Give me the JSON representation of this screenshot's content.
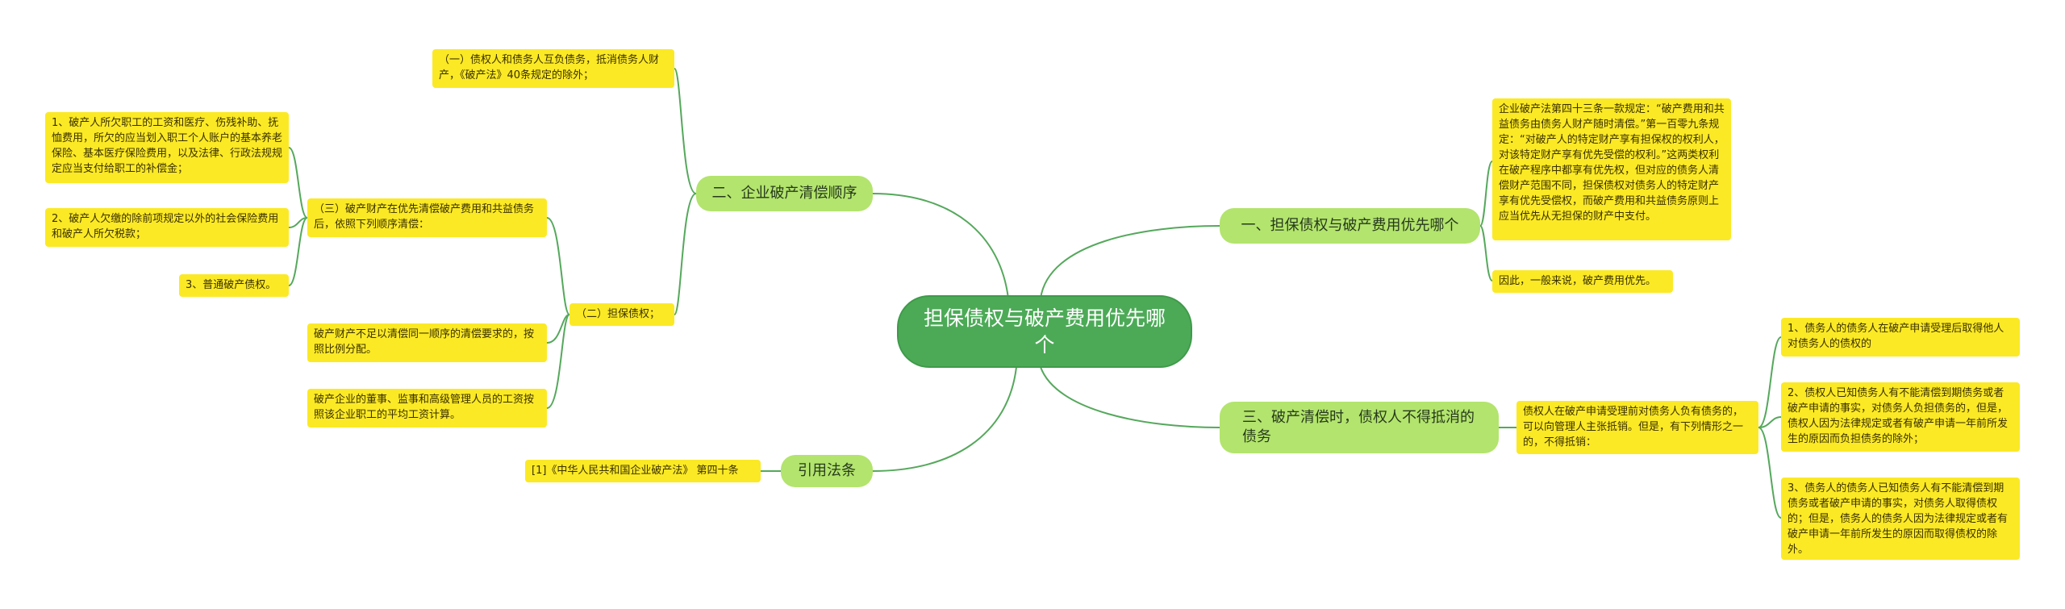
{
  "root": {
    "title": "担保债权与破产费用优先哪个"
  },
  "branches": {
    "b1": {
      "label": "一、担保债权与破产费用优先哪个"
    },
    "b2": {
      "label": "二、企业破产清偿顺序"
    },
    "b3": {
      "label": "三、破产清偿时，债权人不得抵消的债务"
    },
    "b4": {
      "label": "引用法条"
    }
  },
  "leaves": {
    "b1_1": "企业破产法第四十三条一款规定：“破产费用和共益债务由债务人财产随时清偿。”第一百零九条规定：“对破产人的特定财产享有担保权的权利人，对该特定财产享有优先受偿的权利。”这两类权利在破产程序中都享有优先权，但对应的债务人清偿财产范围不同，担保债权对债务人的特定财产享有优先受偿权，而破产费用和共益债务原则上应当优先从无担保的财产中支付。",
    "b1_2": "因此，一般来说，破产费用优先。",
    "b2_1": "（一）债权人和债务人互负债务，抵消债务人财产，《破产法》40条规定的除外；",
    "b2_2": "（二）担保债权；",
    "b2_2_1": "（三）破产财产在优先清偿破产费用和共益债务后，依照下列顺序清偿：",
    "b2_2_1_1": "1、破产人所欠职工的工资和医疗、伤残补助、抚恤费用，所欠的应当划入职工个人账户的基本养老保险、基本医疗保险费用，以及法律、行政法规规定应当支付给职工的补偿金；",
    "b2_2_1_2": "2、破产人欠缴的除前项规定以外的社会保险费用和破产人所欠税款；",
    "b2_2_1_3": "3、普通破产债权。",
    "b2_2_2": "破产财产不足以清偿同一顺序的清偿要求的，按照比例分配。",
    "b2_2_3": "破产企业的董事、监事和高级管理人员的工资按照该企业职工的平均工资计算。",
    "b3_1": "债权人在破产申请受理前对债务人负有债务的，可以向管理人主张抵销。但是，有下列情形之一的，不得抵销：",
    "b3_1_1": "1、债务人的债务人在破产申请受理后取得他人对债务人的债权的",
    "b3_1_2": "2、债权人已知债务人有不能清偿到期债务或者破产申请的事实，对债务人负担债务的，但是，债权人因为法律规定或者有破产申请一年前所发生的原因而负担债务的除外；",
    "b3_1_3": "3、债务人的债务人已知债务人有不能清偿到期债务或者破产申请的事实，对债务人取得债权的；但是，债务人的债务人因为法律规定或者有破产申请一年前所发生的原因而取得债权的除外。",
    "b4_1": "[1]《中华人民共和国企业破产法》 第四十条"
  },
  "colors": {
    "root": "#4caa57",
    "branch": "#b3e46d",
    "leaf": "#fbe925",
    "link": "#55a85c"
  }
}
